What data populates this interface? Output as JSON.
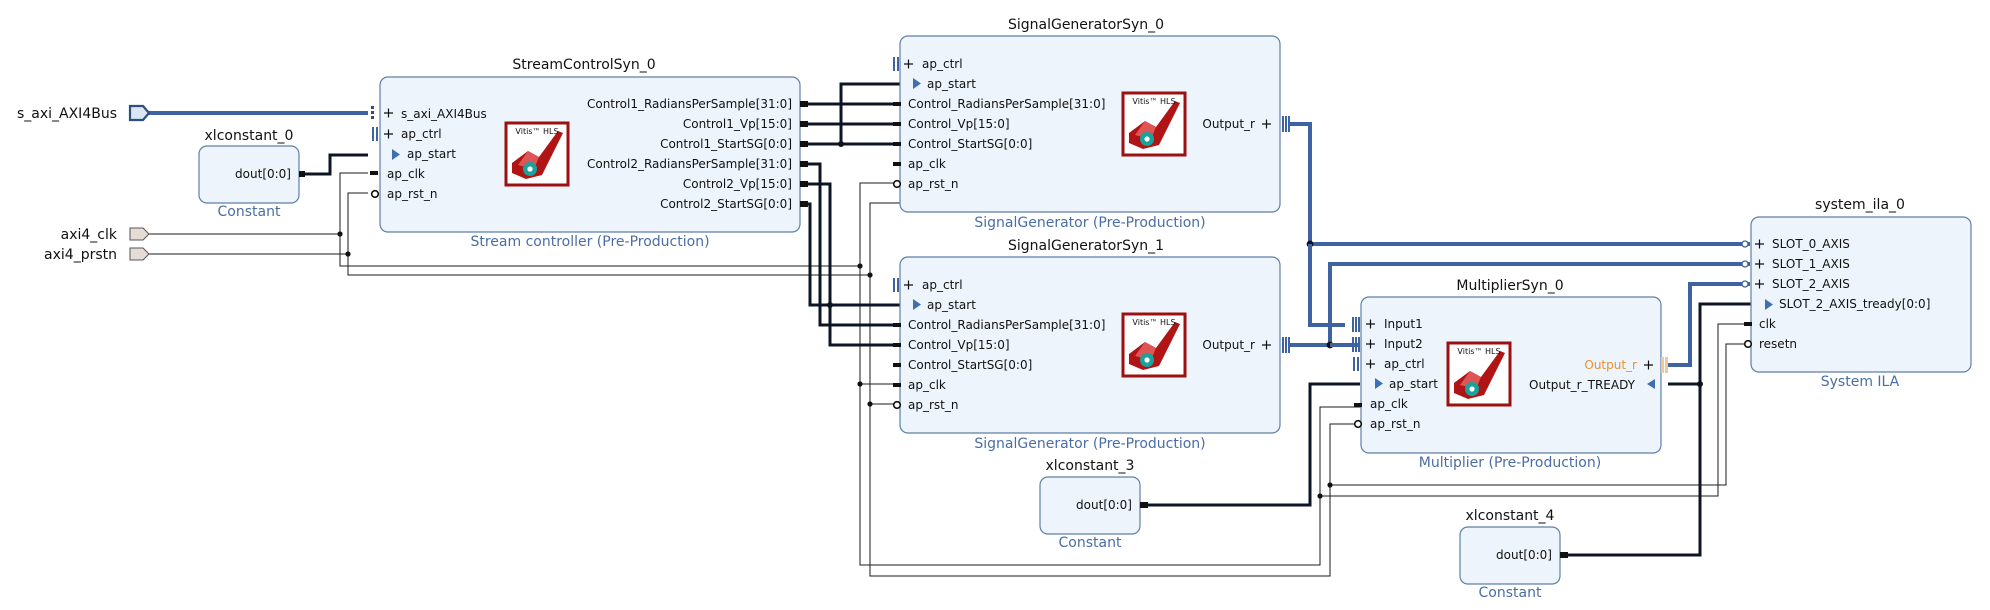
{
  "external_ports": {
    "s_axi": "s_axi_AXI4Bus",
    "clk": "axi4_clk",
    "rst": "axi4_prstn"
  },
  "xlconstant_0": {
    "name": "xlconstant_0",
    "port": "dout[0:0]",
    "sub": "Constant"
  },
  "xlconstant_3": {
    "name": "xlconstant_3",
    "port": "dout[0:0]",
    "sub": "Constant"
  },
  "xlconstant_4": {
    "name": "xlconstant_4",
    "port": "dout[0:0]",
    "sub": "Constant"
  },
  "stream_ctrl": {
    "name": "StreamControlSyn_0",
    "sub": "Stream controller (Pre-Production)",
    "inputs": [
      "s_axi_AXI4Bus",
      "ap_ctrl",
      "ap_start",
      "ap_clk",
      "ap_rst_n"
    ],
    "outputs": [
      "Control1_RadiansPerSample[31:0]",
      "Control1_Vp[15:0]",
      "Control1_StartSG[0:0]",
      "Control2_RadiansPerSample[31:0]",
      "Control2_Vp[15:0]",
      "Control2_StartSG[0:0]"
    ]
  },
  "sg0": {
    "name": "SignalGeneratorSyn_0",
    "sub": "SignalGenerator (Pre-Production)",
    "inputs": [
      "ap_ctrl",
      "ap_start",
      "Control_RadiansPerSample[31:0]",
      "Control_Vp[15:0]",
      "Control_StartSG[0:0]",
      "ap_clk",
      "ap_rst_n"
    ],
    "output": "Output_r"
  },
  "sg1": {
    "name": "SignalGeneratorSyn_1",
    "sub": "SignalGenerator (Pre-Production)",
    "inputs": [
      "ap_ctrl",
      "ap_start",
      "Control_RadiansPerSample[31:0]",
      "Control_Vp[15:0]",
      "Control_StartSG[0:0]",
      "ap_clk",
      "ap_rst_n"
    ],
    "output": "Output_r"
  },
  "mult": {
    "name": "MultiplierSyn_0",
    "sub": "Multiplier (Pre-Production)",
    "inputs": [
      "Input1",
      "Input2",
      "ap_ctrl",
      "ap_start",
      "ap_clk",
      "ap_rst_n"
    ],
    "outputs": [
      "Output_r",
      "Output_r_TREADY"
    ]
  },
  "ila": {
    "name": "system_ila_0",
    "sub": "System ILA",
    "inputs": [
      "SLOT_0_AXIS",
      "SLOT_1_AXIS",
      "SLOT_2_AXIS",
      "SLOT_2_AXIS_tready[0:0]",
      "clk",
      "resetn"
    ]
  },
  "hls_logo": {
    "text": "Vitis™ HLS"
  },
  "colors": {
    "block_fill": "#edf4fc",
    "bus": "#3f63a1",
    "subtitle": "#4a6ea3",
    "highlight": "#e8912d",
    "logo_red": "#b01414"
  }
}
